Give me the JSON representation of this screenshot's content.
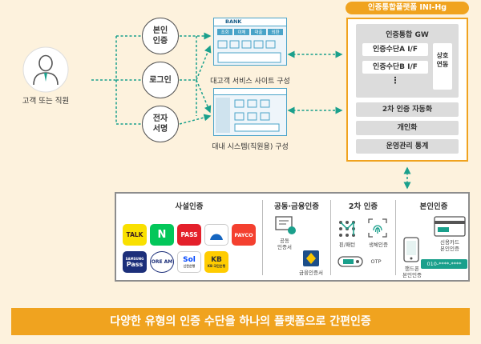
{
  "user": {
    "label": "고객 또는 직원",
    "icon": "person-icon"
  },
  "methods": [
    {
      "label": "본인\n인증"
    },
    {
      "label": "로그인"
    },
    {
      "label": "전자\n서명"
    }
  ],
  "sites": {
    "bank": {
      "brand": "BANK",
      "tabs": [
        "조회",
        "이체",
        "대출",
        "외환"
      ],
      "caption": "대고객 서비스 사이트 구성"
    },
    "internal": {
      "caption": "대내 시스템(직원용) 구성"
    }
  },
  "platform": {
    "tag": "인증통합플랫폼 INI-Hg",
    "gw_title": "인증통합 GW",
    "interfaces": [
      "인증수단A I/F",
      "인증수단B I/F"
    ],
    "ellipsis": "⋮",
    "mutual_link": "상호\n연동",
    "services": [
      "2차 인증 자동화",
      "개인화",
      "운영관리 통계"
    ]
  },
  "auth_panel": {
    "private": {
      "title": "사설인증",
      "logos": [
        {
          "text": "TALK",
          "bg": "#f9e000",
          "fg": "#3b1e1e"
        },
        {
          "text": "N",
          "bg": "#03c75a",
          "fg": "#ffffff"
        },
        {
          "text": "PASS",
          "bg": "#e4202b",
          "fg": "#ffffff"
        },
        {
          "text": "",
          "bg": "#ffffff",
          "fg": "#1565c0"
        },
        {
          "text": "PAYCO",
          "bg": "#f4402f",
          "fg": "#ffffff"
        },
        {
          "text": "Pass",
          "bg": "#1c2f7a",
          "fg": "#ffffff"
        },
        {
          "text": "ORE AM",
          "bg": "#ffffff",
          "fg": "#1c2f7a"
        },
        {
          "text": "Sol",
          "bg": "#ffffff",
          "fg": "#0046ff"
        },
        {
          "text": "KB",
          "bg": "#ffcc00",
          "fg": "#333333"
        }
      ],
      "logo_captions": {
        "samsung": "SAMSUNG",
        "sol": "신한은행",
        "kb": "KB 국민은행"
      }
    },
    "public": {
      "title": "공동·금융인증",
      "items": [
        "공동\n인증서",
        "금융인증서"
      ]
    },
    "second": {
      "title": "2차 인증",
      "items": [
        "핀/패턴",
        "생체인증",
        "OTP"
      ]
    },
    "identity": {
      "title": "본인인증",
      "items": [
        "신용카드\n본인인증",
        "핸드폰\n본인인증"
      ],
      "phone_number": "010-****-****"
    }
  },
  "banner": {
    "text": "다양한 유형의 인증 수단을 하나의 플랫폼으로 간편인증"
  },
  "colors": {
    "accent": "#f0a31f",
    "teal": "#1aa08c",
    "blue": "#4aa3c8",
    "background": "#fdf2dd"
  }
}
